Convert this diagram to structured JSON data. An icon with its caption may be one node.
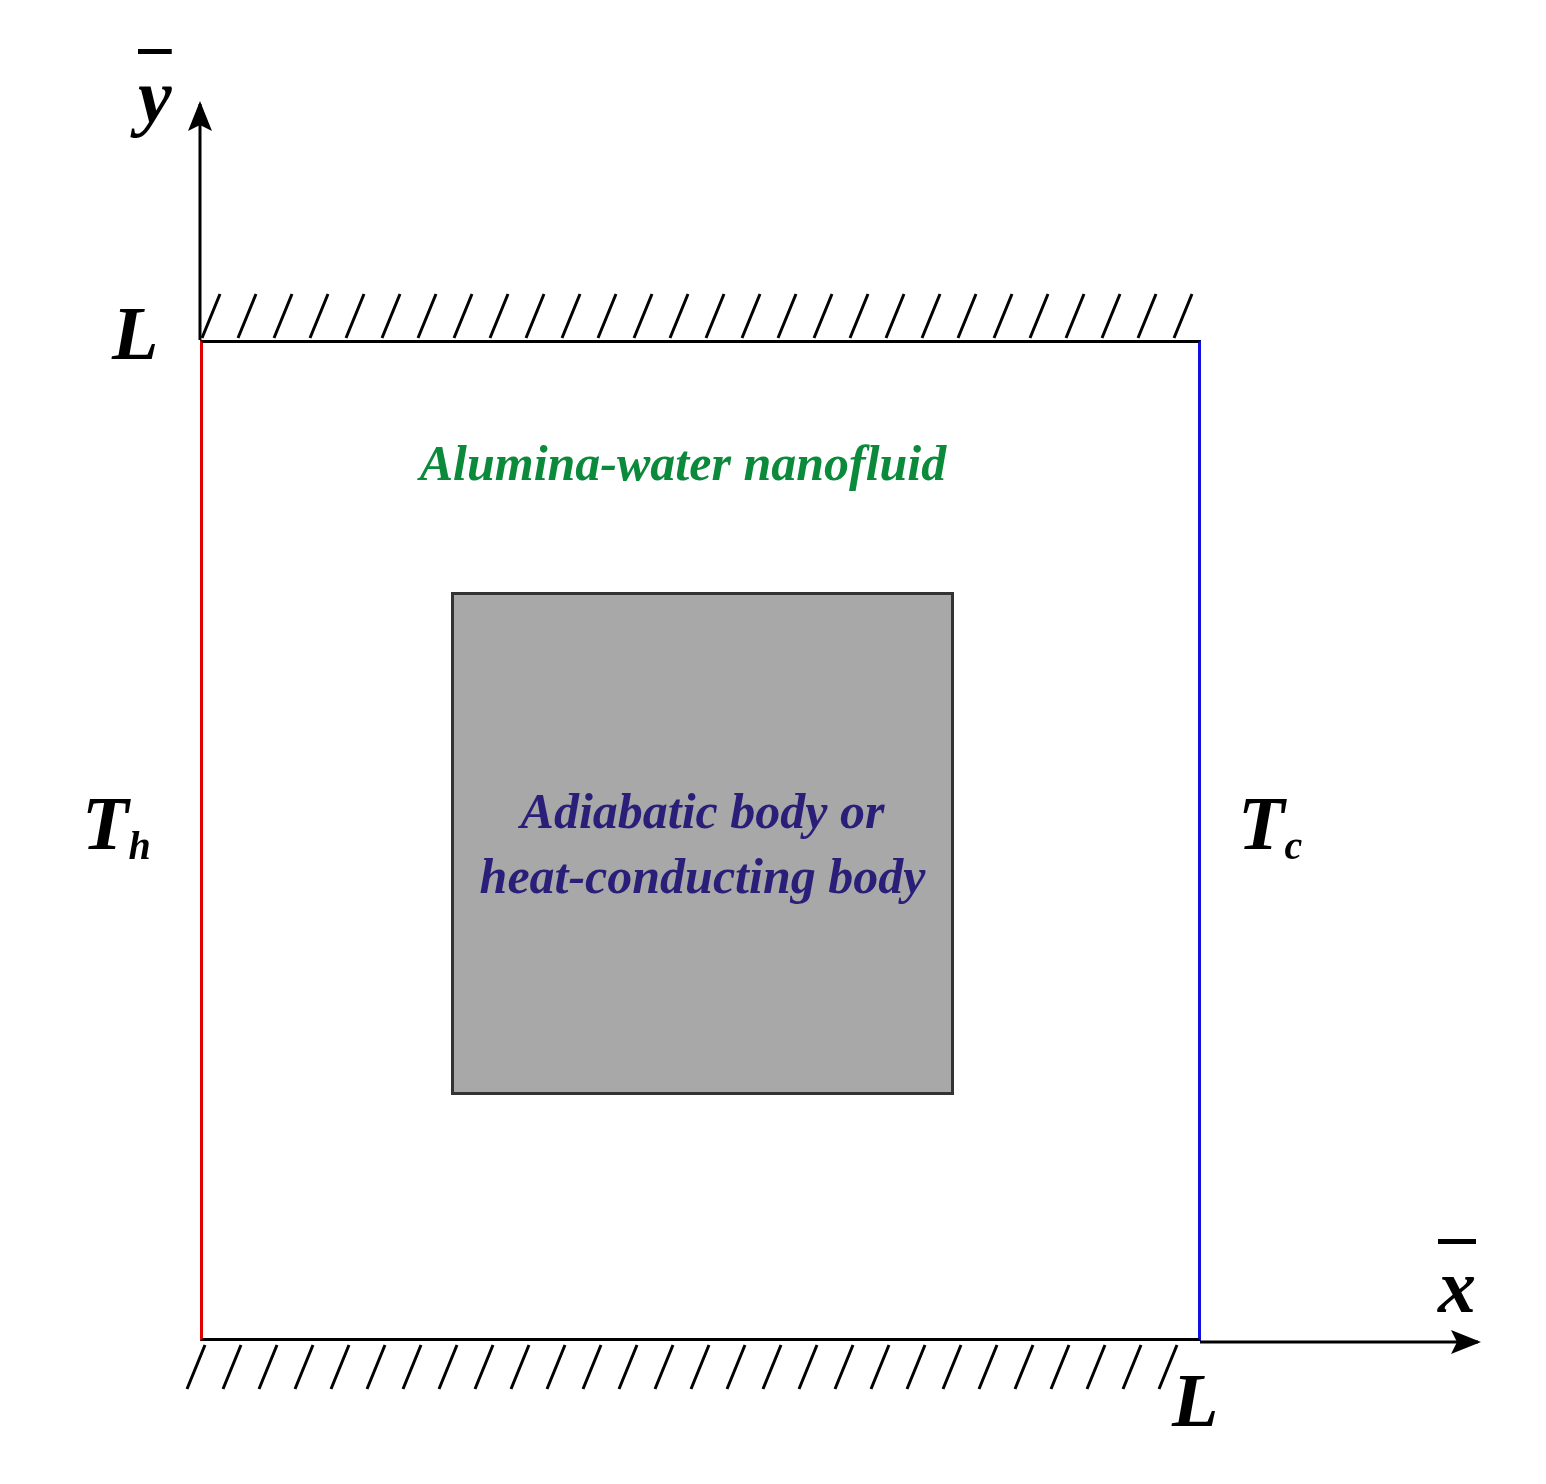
{
  "diagram": {
    "nodes": [
      {
        "text": [
          "Alumina-water nanofluid"
        ]
      },
      {
        "text": [
          "Adiabatic body or heat-conducting body"
        ],
        "in": 0
      }
    ],
    "labels": [
      "y",
      "L",
      "T$_{h}$",
      "T$_{c}$",
      "x",
      "L"
    ]
  }
}
